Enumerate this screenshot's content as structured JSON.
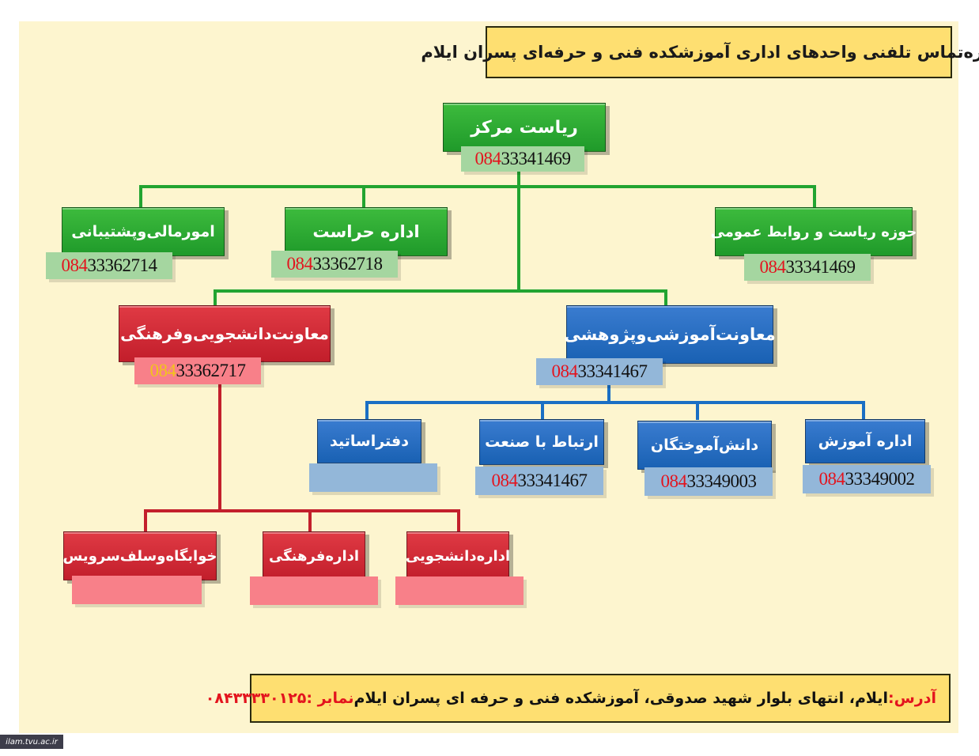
{
  "title": "شماره‌تماس تلفنی واحدهای اداری آموزشکده فنی و حرفه‌ای پسران ایلام",
  "root": {
    "label": "ریاست مرکز",
    "phone_prefix": "084",
    "phone_rest": "33341469"
  },
  "level1": {
    "public_relations": {
      "label": "حوزه ریاست و روابط عمومی",
      "phone_prefix": "084",
      "phone_rest": "33341469"
    },
    "security": {
      "label": "اداره حراست",
      "phone_prefix": "084",
      "phone_rest": "33362718"
    },
    "finance": {
      "label": "امورمالی‌وپشتیبانی",
      "phone_prefix": "084",
      "phone_rest": "33362714"
    }
  },
  "deputies": {
    "education": {
      "label": "معاونت‌آموزشی‌وپژوهشی",
      "phone_prefix": "084",
      "phone_rest": "33341467"
    },
    "student": {
      "label": "معاونت‌دانشجویی‌وفرهنگی",
      "phone_prefix": "084",
      "phone_rest": "33362717"
    }
  },
  "education_units": {
    "office_education": {
      "label": "اداره آموزش",
      "phone_prefix": "084",
      "phone_rest": "33349002"
    },
    "alumni": {
      "label": "دانش‌آموختگان",
      "phone_prefix": "084",
      "phone_rest": "33349003"
    },
    "industry": {
      "label": "ارتباط با صنعت",
      "phone_prefix": "084",
      "phone_rest": "33341467"
    },
    "professors": {
      "label": "دفتراساتید"
    }
  },
  "student_units": {
    "student_affairs": {
      "label": "اداره‌دانشجویی"
    },
    "culture": {
      "label": "اداره‌فرهنگی"
    },
    "dorm": {
      "label": "خوابگاه‌وسلف‌سرویس"
    }
  },
  "footer": {
    "address_label": "آدرس:",
    "address_text": "ایلام، انتهای بلوار شهید صدوقی، آموزشکده فنی و حرفه ای پسران ایلام",
    "fax_label": "نمابر :",
    "fax_number": "۰۸۴۳۳۳۳۰۱۲۵"
  },
  "badge": "ilam.tvu.ac.ir",
  "colors": {
    "green": "#22a431",
    "blue": "#1a6fc4",
    "red": "#c31f2c",
    "accent_red": "#e3141e",
    "yellow": "#fedf71"
  }
}
